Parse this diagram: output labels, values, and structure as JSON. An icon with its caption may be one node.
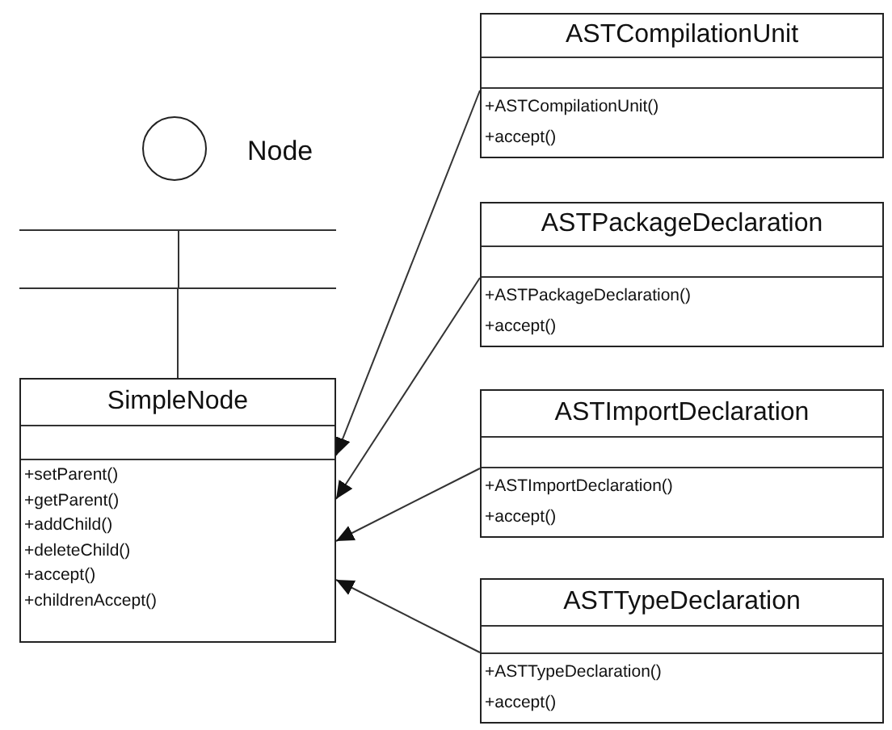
{
  "diagram": {
    "nodes": [
      {
        "text": [],
        "shape": "circle",
        "beside": [
          "Node"
        ]
      },
      {
        "text": [],
        "shape": "box"
      },
      {
        "text": [
          "SimpleNode",
          "+setParent()",
          "+getParent()",
          "+addChild()",
          "+deleteChild()",
          "+accept()",
          "+childrenAccept()"
        ]
      },
      {
        "text": [
          "ASTCompilationUnit",
          "+ASTCompilationUnit()",
          "+accept()"
        ]
      },
      {
        "text": [
          "ASTPackageDeclaration",
          "+ASTPackageDeclaration()",
          "+accept()"
        ]
      },
      {
        "text": [
          "ASTImportDeclaration",
          "+ASTImportDeclaration()",
          "+accept()"
        ]
      },
      {
        "text": [
          "ASTTypeDeclaration",
          "+ASTTypeDeclaration()",
          "+accept()"
        ]
      }
    ],
    "edges": [
      {
        "from": 1,
        "to": 2,
        "arrow": "none"
      },
      {
        "from": 3,
        "to": 2,
        "arrow": "to"
      },
      {
        "from": 4,
        "to": 2,
        "arrow": "to"
      },
      {
        "from": 5,
        "to": 2,
        "arrow": "to"
      },
      {
        "from": 6,
        "to": 2,
        "arrow": "to"
      }
    ]
  }
}
